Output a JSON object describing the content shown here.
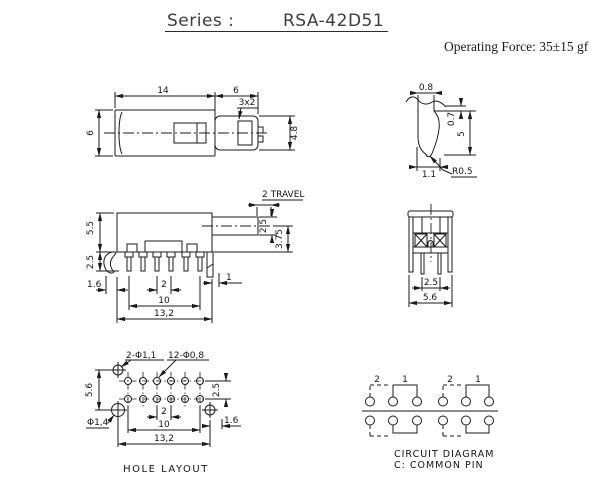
{
  "header": {
    "series_label": "Series :",
    "series_value": "RSA-42D51",
    "operating_force": "Operating Force: 35±15 gf"
  },
  "views": {
    "top_view": {
      "dim_length": "14",
      "dim_knob_length": "6",
      "dim_slot": "3x2",
      "dim_body_height": "6",
      "dim_knob_height": "4.8"
    },
    "knob_detail": {
      "dim_tip_width": "0.8",
      "dim_step": "0.7",
      "dim_height": "5",
      "dim_base_width": "1.1",
      "dim_radius": "R0.5"
    },
    "front_view": {
      "dim_travel": "2 TRAVEL",
      "dim_body_height": "5.5",
      "dim_leg_length": "2.5",
      "dim_left_offset": "1.6",
      "dim_pin_pitch": "2",
      "dim_pin_span": "10",
      "dim_total_width": "13,2",
      "dim_stem_height": "2.5",
      "dim_stem_drop": "3.75",
      "dim_right_offset": "1"
    },
    "side_view": {
      "dim_pin_spacing": "2.5",
      "dim_width": "5.6"
    },
    "hole_layout": {
      "label_mount_holes": "2-Φ1,1",
      "label_pin_holes": "12-Φ0,8",
      "label_big_hole": "Φ1,4",
      "dim_height": "5.6",
      "dim_row_spacing": "2.5",
      "dim_pitch": "2",
      "dim_span": "10",
      "dim_total_width": "13,2",
      "dim_edge_offset": "1.6",
      "caption": "HOLE LAYOUT"
    },
    "circuit_diagram": {
      "label_left_pos2": "2",
      "label_left_pos1": "1",
      "label_right_pos2": "2",
      "label_right_pos1": "1",
      "caption_line1": "CIRCUIT DIAGRAM",
      "caption_line2": "C: COMMON PIN"
    }
  }
}
